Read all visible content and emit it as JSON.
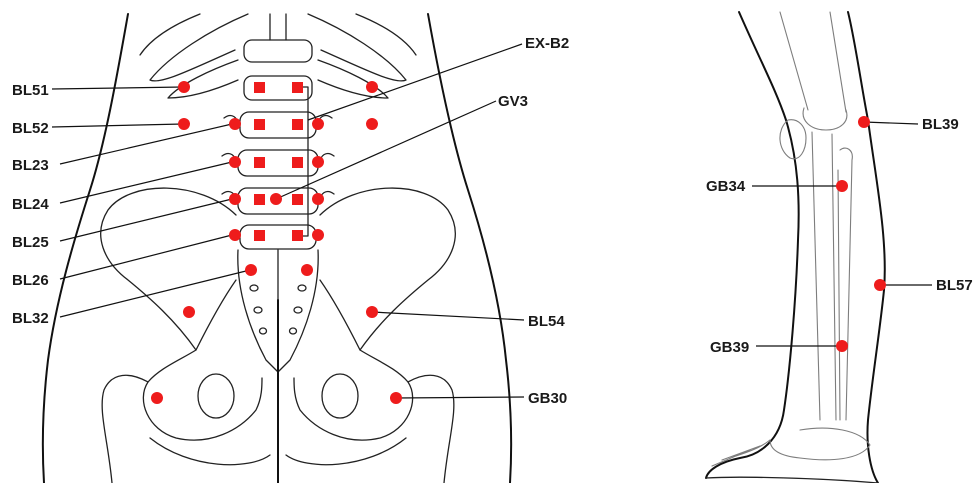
{
  "colors": {
    "acupoint": "#ee1c1c",
    "outline": "#222222",
    "bone": "#7d7d7d"
  },
  "labels": {
    "bl51": "BL51",
    "bl52": "BL52",
    "bl23": "BL23",
    "bl24": "BL24",
    "bl25": "BL25",
    "bl26": "BL26",
    "bl32": "BL32",
    "exb2": "EX-B2",
    "gv3": "GV3",
    "bl54": "BL54",
    "gb30": "GB30",
    "bl39": "BL39",
    "gb34": "GB34",
    "bl57": "BL57",
    "gb39": "GB39"
  },
  "markers": {
    "round": "circle",
    "square": "square"
  }
}
